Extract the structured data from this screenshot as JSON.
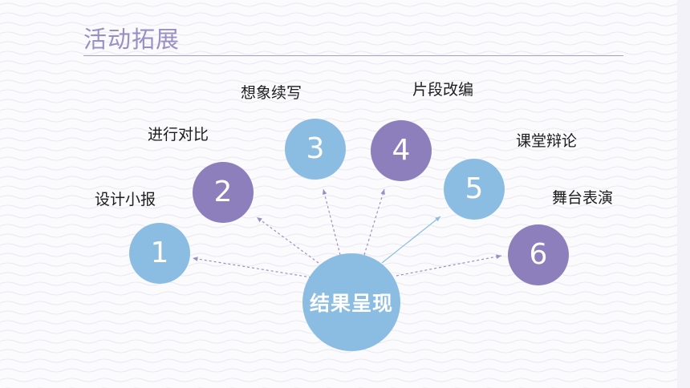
{
  "title": "活动拓展",
  "hub": {
    "label": "结果呈现"
  },
  "nodes": [
    {
      "number": "1",
      "label": "设计小报",
      "color": "#8bbde3"
    },
    {
      "number": "2",
      "label": "进行对比",
      "color": "#8c7fbc"
    },
    {
      "number": "3",
      "label": "想象续写",
      "color": "#8bbde3"
    },
    {
      "number": "4",
      "label": "片段改编",
      "color": "#8c7fbc"
    },
    {
      "number": "5",
      "label": "课堂辩论",
      "color": "#8bbde3"
    },
    {
      "number": "6",
      "label": "舞台表演",
      "color": "#8c7fbc"
    }
  ],
  "colors": {
    "title": "#9a8fc4",
    "rule": "#a79ad0",
    "blue": "#8bbde3",
    "purple": "#8c7fbc",
    "arrow_dashed": "#9a8fc4",
    "arrow_solid": "#8bbde3"
  }
}
